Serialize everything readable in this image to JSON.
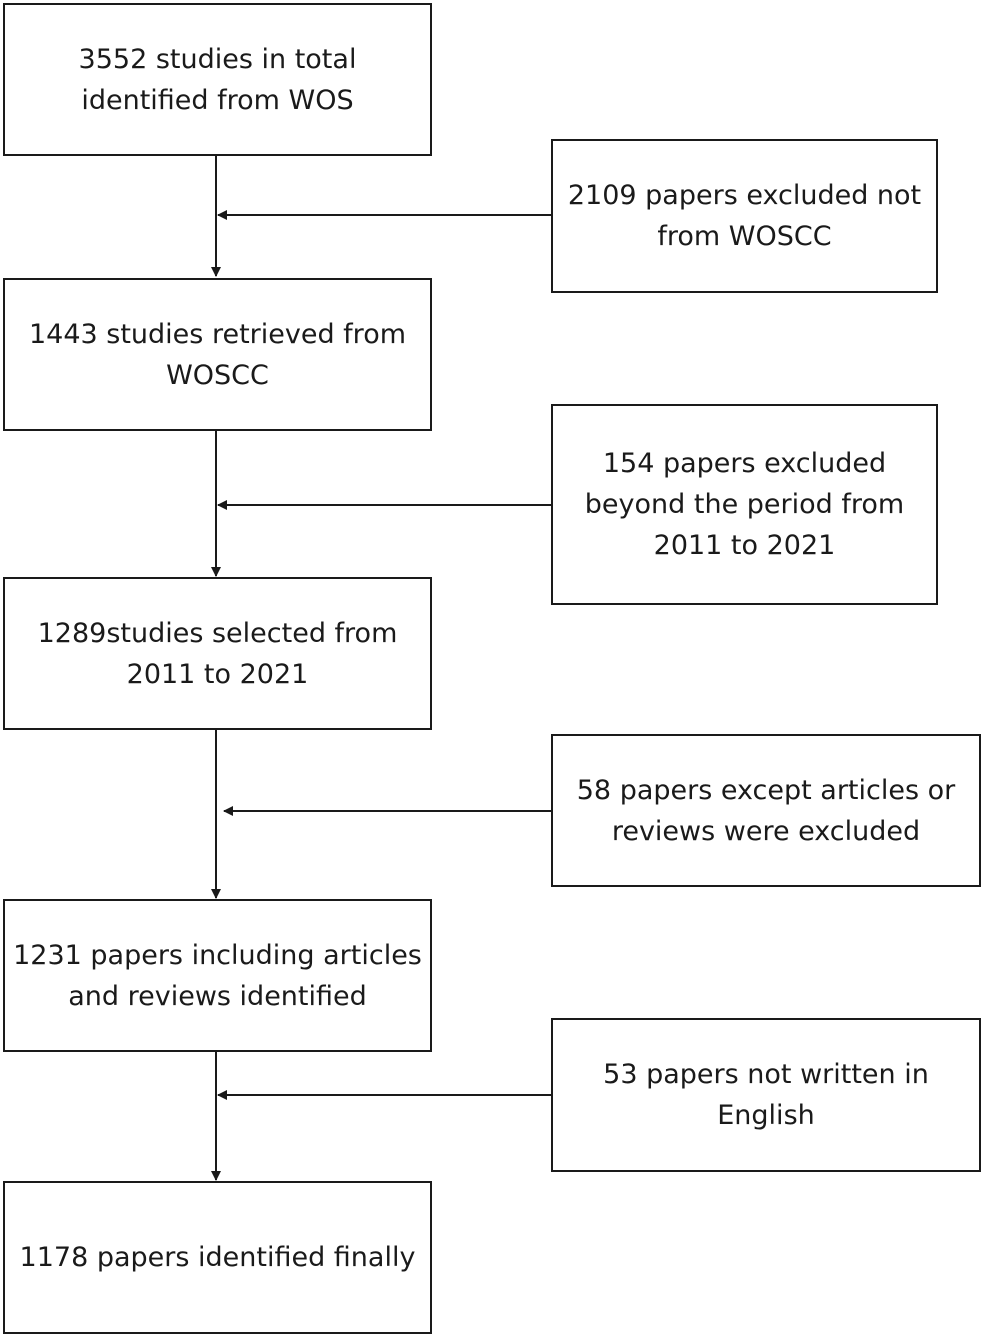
{
  "steps": [
    {
      "text": "3552 studies in total identified from WOS"
    },
    {
      "text": "1443 studies retrieved from WOSCC"
    },
    {
      "text": "1289studies selected from 2011 to 2021"
    },
    {
      "text": "1231 papers including articles and reviews identified"
    },
    {
      "text": "1178 papers identified finally"
    }
  ],
  "exclusions": [
    {
      "text": "2109 papers excluded not from WOSCC"
    },
    {
      "text": "154 papers excluded beyond the period from 2011 to 2021"
    },
    {
      "text": "58 papers except articles or reviews were excluded"
    },
    {
      "text": "53 papers not written in English"
    }
  ]
}
